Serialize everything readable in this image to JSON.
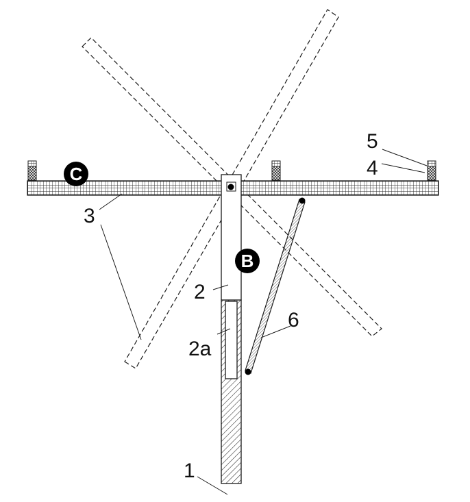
{
  "labels": {
    "l1": "1",
    "l2": "2",
    "l2a": "2a",
    "l3": "3",
    "l4": "4",
    "l5": "5",
    "l6": "6"
  },
  "badges": {
    "b": "B",
    "c": "C"
  },
  "colors": {
    "line": "#1a1a1a",
    "badge_fill": "#000000",
    "background": "#ffffff"
  }
}
